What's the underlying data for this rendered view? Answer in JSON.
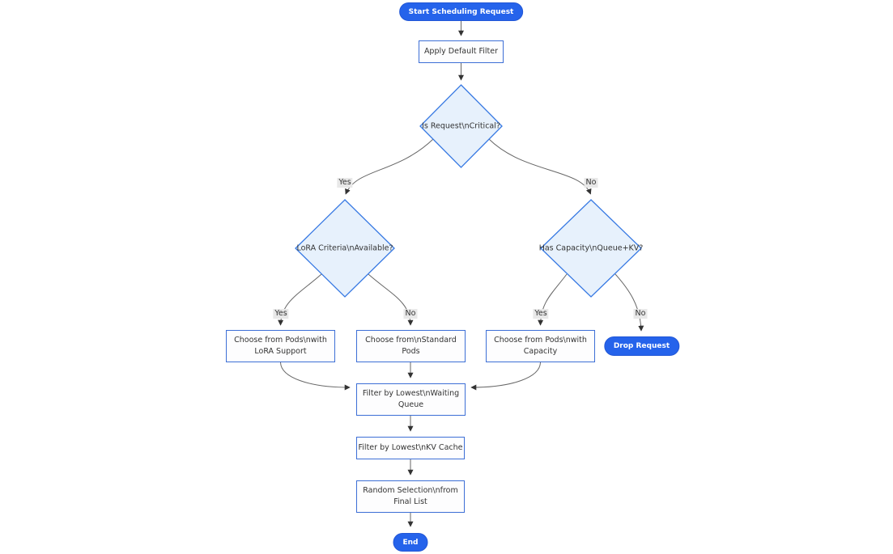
{
  "colors": {
    "terminal_fill": "#2563eb",
    "terminal_text": "#ffffff",
    "process_fill": "#fdfdfe",
    "process_border": "#3d6fd6",
    "decision_fill": "#e7f1fc",
    "decision_border": "#3779e3",
    "edge_line": "#666666",
    "arrowhead": "#333333",
    "edge_label_bg": "#e8e8e8",
    "text": "#333333"
  },
  "nodes": {
    "start": {
      "label": "Start Scheduling Request"
    },
    "apply_default_filter": {
      "label": "Apply Default Filter"
    },
    "is_request_critical": {
      "label": "Is Request\\nCritical?"
    },
    "lora_criteria_available": {
      "label": "LoRA Criteria\\nAvailable?"
    },
    "has_capacity_queue_kv": {
      "label": "Has Capacity\\nQueue+KV?"
    },
    "choose_pods_lora": {
      "label": "Choose from Pods\\nwith\nLoRA Support"
    },
    "choose_standard_pods": {
      "label": "Choose from\\nStandard\nPods"
    },
    "choose_pods_capacity": {
      "label": "Choose from Pods\\nwith\nCapacity"
    },
    "drop_request": {
      "label": "Drop Request"
    },
    "filter_waiting_queue": {
      "label": "Filter by Lowest\\nWaiting\nQueue"
    },
    "filter_kv_cache": {
      "label": "Filter by Lowest\\nKV Cache"
    },
    "random_selection": {
      "label": "Random Selection\\nfrom\nFinal List"
    },
    "end": {
      "label": "End"
    }
  },
  "edge_labels": {
    "critical_yes": "Yes",
    "critical_no": "No",
    "lora_yes": "Yes",
    "lora_no": "No",
    "capacity_yes": "Yes",
    "capacity_no": "No"
  }
}
